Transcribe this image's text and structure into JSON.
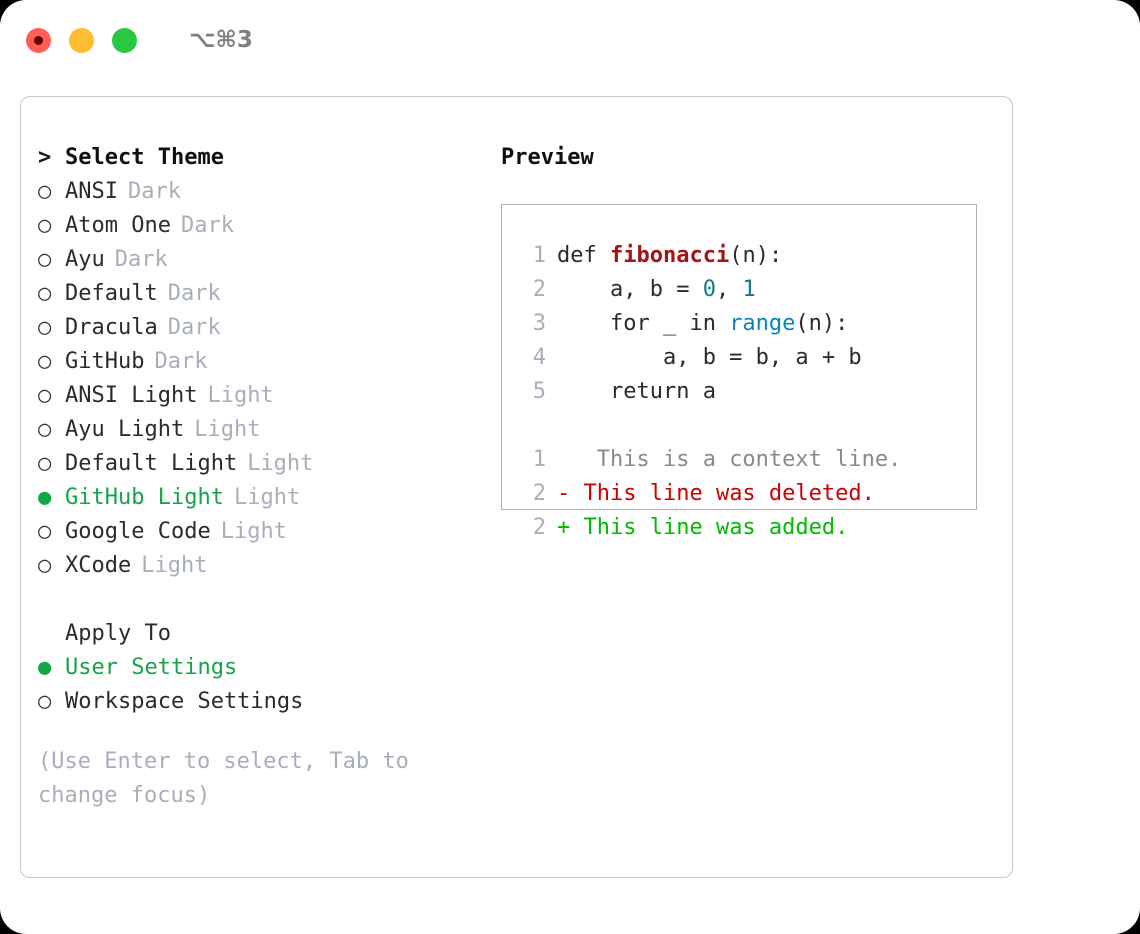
{
  "titlebar": {
    "shortcut": "⌥⌘3",
    "buttons": [
      {
        "name": "close",
        "color": "#FF5F57"
      },
      {
        "name": "minimize",
        "color": "#FEBC2E"
      },
      {
        "name": "maximize",
        "color": "#28C840"
      }
    ]
  },
  "theme_picker": {
    "header_marker": ">",
    "header": "Select Theme",
    "items": [
      {
        "marker": "○",
        "label": "ANSI",
        "badge": "Dark",
        "selected": false
      },
      {
        "marker": "○",
        "label": "Atom One",
        "badge": "Dark",
        "selected": false
      },
      {
        "marker": "○",
        "label": "Ayu",
        "badge": "Dark",
        "selected": false
      },
      {
        "marker": "○",
        "label": "Default",
        "badge": "Dark",
        "selected": false
      },
      {
        "marker": "○",
        "label": "Dracula",
        "badge": "Dark",
        "selected": false
      },
      {
        "marker": "○",
        "label": "GitHub",
        "badge": "Dark",
        "selected": false
      },
      {
        "marker": "○",
        "label": "ANSI Light",
        "badge": "Light",
        "selected": false
      },
      {
        "marker": "○",
        "label": "Ayu Light",
        "badge": "Light",
        "selected": false
      },
      {
        "marker": "○",
        "label": "Default Light",
        "badge": "Light",
        "selected": false
      },
      {
        "marker": "●",
        "label": "GitHub Light",
        "badge": "Light",
        "selected": true
      },
      {
        "marker": "○",
        "label": "Google Code",
        "badge": "Light",
        "selected": false
      },
      {
        "marker": "○",
        "label": "XCode",
        "badge": "Light",
        "selected": false
      }
    ]
  },
  "apply_to": {
    "header": "Apply To",
    "options": [
      {
        "marker": "●",
        "label": "User Settings",
        "selected": true
      },
      {
        "marker": "○",
        "label": "Workspace Settings",
        "selected": false
      }
    ]
  },
  "help_text": "(Use Enter to select, Tab to change focus)",
  "preview": {
    "title": "Preview",
    "code_lines": [
      {
        "no": "1",
        "segments": [
          {
            "text": "def ",
            "style": "plain"
          },
          {
            "text": "fibonacci",
            "style": "fn"
          },
          {
            "text": "(n):",
            "style": "plain"
          }
        ]
      },
      {
        "no": "2",
        "segments": [
          {
            "text": "    a, b = ",
            "style": "plain"
          },
          {
            "text": "0",
            "style": "num"
          },
          {
            "text": ", ",
            "style": "plain"
          },
          {
            "text": "1",
            "style": "num"
          }
        ]
      },
      {
        "no": "3",
        "segments": [
          {
            "text": "    for _ in ",
            "style": "plain"
          },
          {
            "text": "range",
            "style": "builtin"
          },
          {
            "text": "(n):",
            "style": "plain"
          }
        ]
      },
      {
        "no": "4",
        "segments": [
          {
            "text": "        a, b = b, a + b",
            "style": "plain"
          }
        ]
      },
      {
        "no": "5",
        "segments": [
          {
            "text": "    return a",
            "style": "plain"
          }
        ]
      }
    ],
    "diff_lines": [
      {
        "no": "1",
        "sign": " ",
        "text": "  This is a context line.",
        "kind": "context"
      },
      {
        "no": "2",
        "sign": "-",
        "text": " This line was deleted.",
        "kind": "deleted"
      },
      {
        "no": "2",
        "sign": "+",
        "text": " This line was added.",
        "kind": "added"
      }
    ]
  },
  "colors": {
    "accent_green": "#16A34A",
    "diff_add": "#00BB00",
    "diff_del": "#CC0000",
    "muted": "#A8AFBA",
    "fn": "#A31515",
    "num": "#0E7C86",
    "builtin": "#0A84C1"
  }
}
